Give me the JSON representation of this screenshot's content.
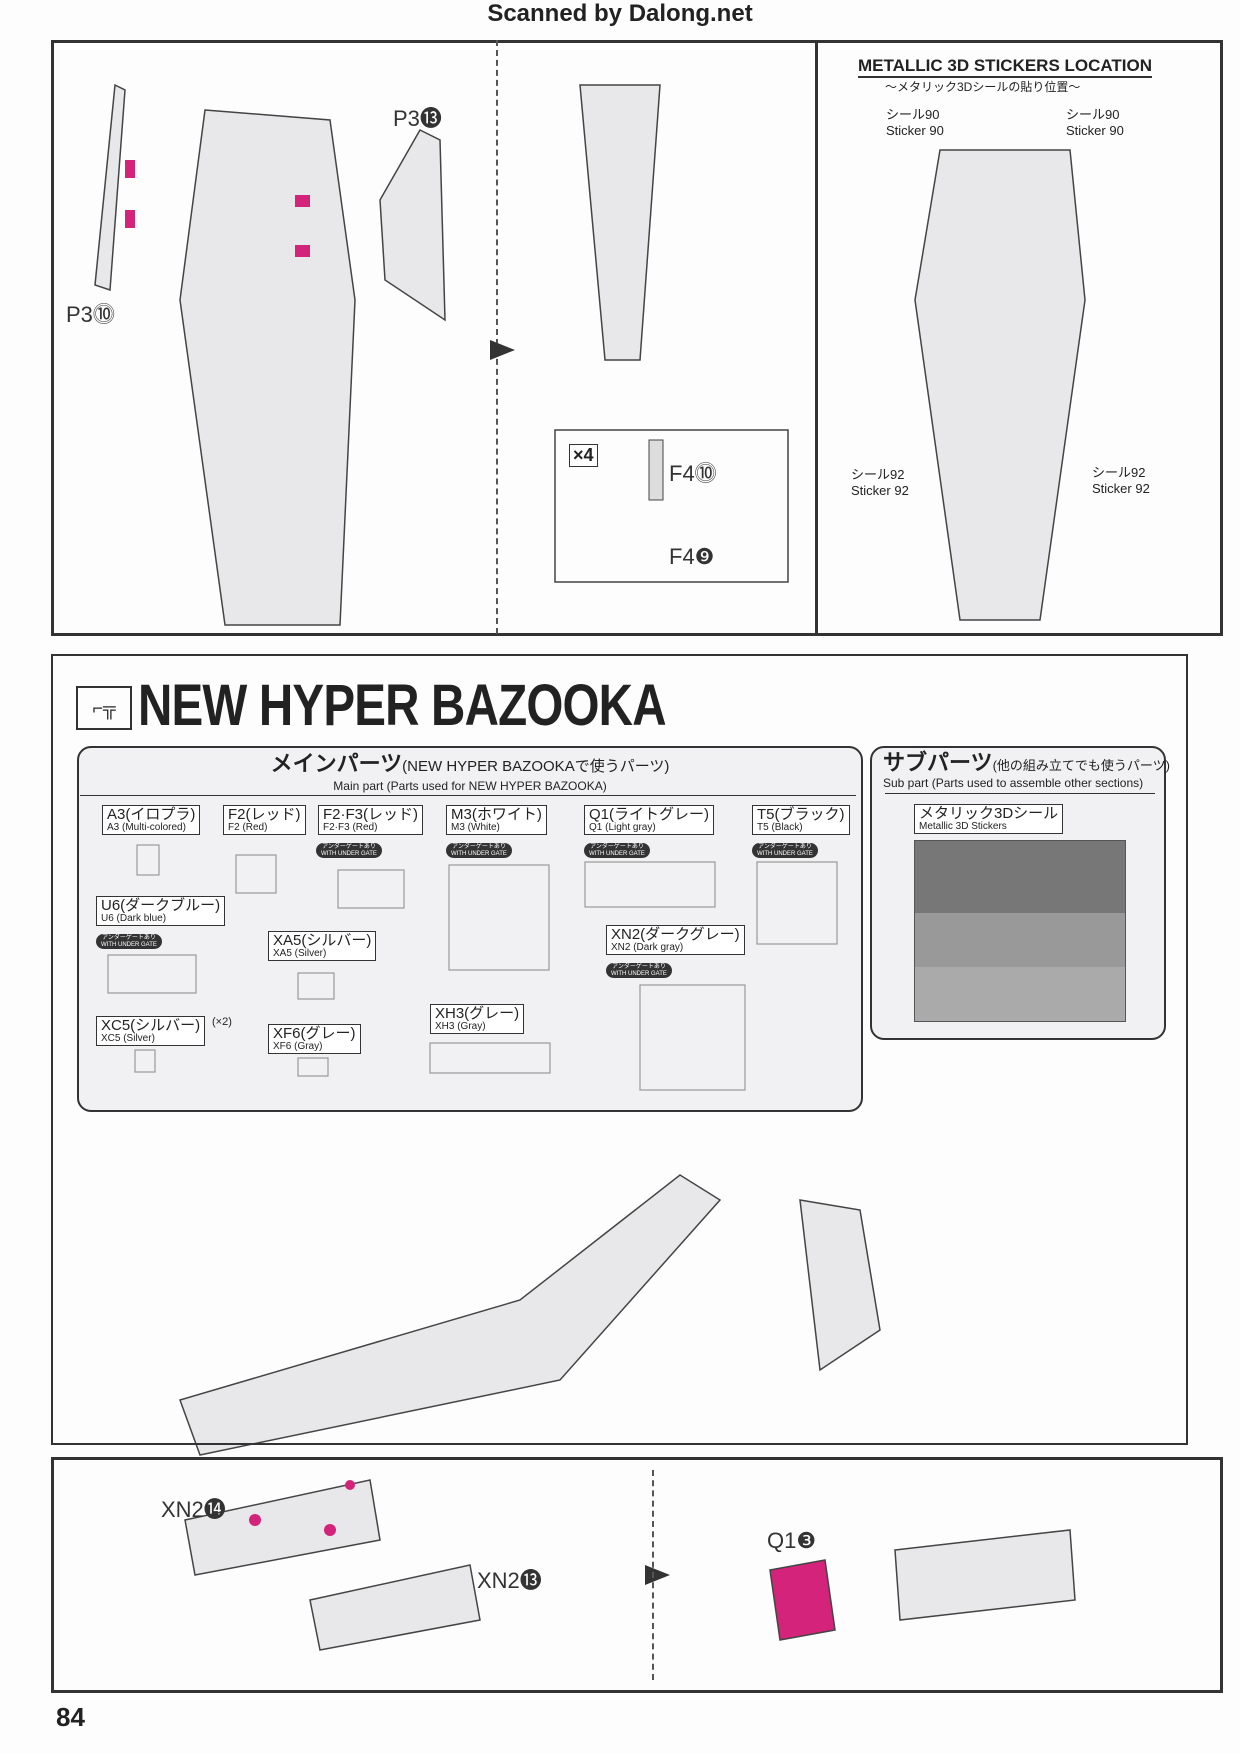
{
  "header": {
    "scan_credit": "Scanned by Dalong.net"
  },
  "top": {
    "left_labels": {
      "p3_13": "P3⓭",
      "p3_10": "P3⓾"
    },
    "middle": {
      "multiplier": "×4",
      "f4_10": "F4⓾",
      "f4_9": "F4❾"
    },
    "stickers": {
      "title": "METALLIC 3D STICKERS LOCATION",
      "subtitle": "〜メタリック3Dシールの貼り位置〜",
      "labels": [
        {
          "jp": "シール90",
          "en": "Sticker 90"
        },
        {
          "jp": "シール90",
          "en": "Sticker 90"
        },
        {
          "jp": "シール92",
          "en": "Sticker 92"
        },
        {
          "jp": "シール92",
          "en": "Sticker 92"
        }
      ]
    }
  },
  "section": {
    "title": "NEW HYPER BAZOOKA",
    "icon": "bazooka-icon",
    "main_parts": {
      "title_jp": "メインパーツ",
      "title_paren": "(NEW HYPER BAZOOKAで使うパーツ)",
      "subtitle": "Main part (Parts used for NEW HYPER BAZOOKA)",
      "gate_jp": "アンダーゲートあり",
      "gate_en": "WITH UNDER GATE",
      "runners": [
        {
          "jp": "A3(イロプラ)",
          "en": "A3 (Multi-colored)"
        },
        {
          "jp": "F2(レッド)",
          "en": "F2 (Red)"
        },
        {
          "jp": "F2·F3(レッド)",
          "en": "F2·F3 (Red)"
        },
        {
          "jp": "M3(ホワイト)",
          "en": "M3 (White)"
        },
        {
          "jp": "Q1(ライトグレー)",
          "en": "Q1 (Light gray)"
        },
        {
          "jp": "T5(ブラック)",
          "en": "T5 (Black)"
        },
        {
          "jp": "U6(ダークブルー)",
          "en": "U6 (Dark blue)"
        },
        {
          "jp": "XA5(シルバー)",
          "en": "XA5 (Silver)"
        },
        {
          "jp": "XN2(ダークグレー)",
          "en": "XN2 (Dark gray)"
        },
        {
          "jp": "XC5(シルバー)",
          "en": "XC5 (Silver)",
          "qty": "(×2)"
        },
        {
          "jp": "XF6(グレー)",
          "en": "XF6 (Gray)"
        },
        {
          "jp": "XH3(グレー)",
          "en": "XH3 (Gray)"
        }
      ]
    },
    "sub_parts": {
      "title_jp": "サブパーツ",
      "title_paren": "(他の組み立てでも使うパーツ)",
      "subtitle": "Sub part (Parts used to assemble other sections)",
      "item": {
        "jp": "メタリック3Dシール",
        "en": "Metallic 3D Stickers"
      }
    }
  },
  "bottom": {
    "xn2_14": "XN2⓮",
    "xn2_13": "XN2⓭",
    "q1_3": "Q1❸"
  },
  "footer": {
    "page_number": "84"
  },
  "colors": {
    "accent": "#d4237a",
    "line": "#333333"
  }
}
